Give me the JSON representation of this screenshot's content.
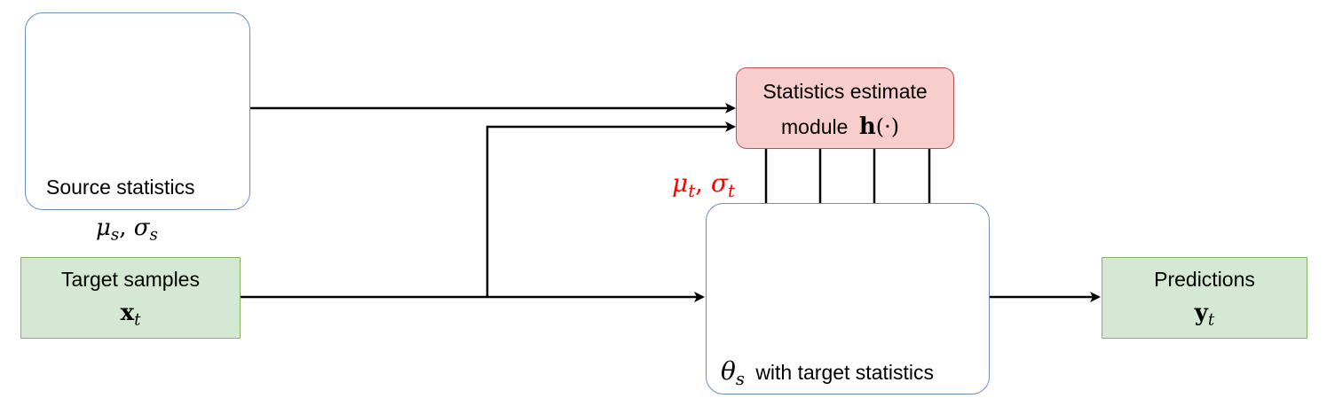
{
  "source": {
    "label": "Source statistics",
    "math_mu": "μ",
    "math_mu_sub": "s",
    "math_sep": ", ",
    "math_sigma": "σ",
    "math_sigma_sub": "s"
  },
  "estimator": {
    "line1": "Statistics estimate",
    "line2": "module",
    "math_h": "h",
    "math_arg": "(·)"
  },
  "target_stats": {
    "math_mu": "μ",
    "math_mu_sub": "t",
    "math_sep": ", ",
    "math_sigma": "σ",
    "math_sigma_sub": "t",
    "color": "#ff0000"
  },
  "target": {
    "label": "Target samples",
    "math_x": "x",
    "math_x_sub": "t"
  },
  "model": {
    "math_theta": "θ",
    "math_theta_sub": "s",
    "label": "with target statistics"
  },
  "predictions": {
    "label": "Predictions",
    "math_y": "y",
    "math_y_sub": "t"
  },
  "colors": {
    "blue_fill": "#dae8fc",
    "blue_stroke": "#6c8ebf",
    "red_fill": "#f8cecc",
    "red_stroke": "#b85450",
    "green_fill": "#d5e8d4",
    "green_stroke": "#82b366",
    "arrow": "#000000"
  }
}
